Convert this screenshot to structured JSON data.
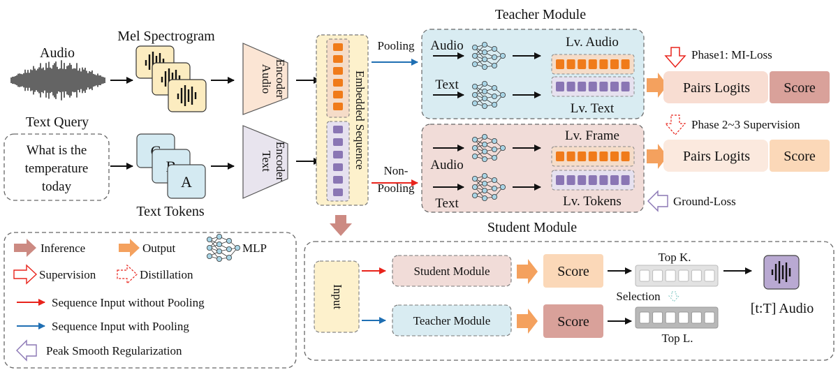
{
  "input": {
    "audio_label": "Audio",
    "mel_label": "Mel Spectrogram",
    "text_query_label": "Text Query",
    "query_line1": "What is the",
    "query_line2": "temperature",
    "query_line3": "today",
    "tokens_label": "Text Tokens",
    "token_letters": [
      "C",
      "B",
      "A"
    ]
  },
  "encoders": {
    "audio_line1": "Audio",
    "audio_line2": "Encoder",
    "text_line1": "Text",
    "text_line2": "Encoder"
  },
  "embedded_sequence_label": "Embedded Sequence",
  "pooling_label": "Pooling",
  "nonpooling_line1": "Non-",
  "nonpooling_line2": "Pooling",
  "teacher": {
    "title": "Teacher Module",
    "audio_label": "Audio",
    "text_label": "Text",
    "lv_audio": "Lv. Audio",
    "lv_text": "Lv. Text"
  },
  "student": {
    "title": "Student Module",
    "audio_label": "Audio",
    "text_label": "Text",
    "lv_frame": "Lv. Frame",
    "lv_tokens": "Lv. Tokens"
  },
  "phase1_label": "Phase1: MI-Loss",
  "phase23_label": "Phase 2~3 Supervision",
  "ground_loss_label": "Ground-Loss",
  "pairs_logits": "Pairs Logits",
  "score": "Score",
  "legend": {
    "inference": "Inference",
    "output": "Output",
    "mlp": "MLP",
    "supervision": "Supervision",
    "distillation": "Distillation",
    "seq_no_pool": "Sequence Input without Pooling",
    "seq_pool": "Sequence Input with Pooling",
    "peak_smooth": "Peak Smooth Regularization"
  },
  "inference_panel": {
    "input_label": "Input",
    "student_module": "Student Module",
    "teacher_module": "Teacher Module",
    "score": "Score",
    "top_k": "Top K.",
    "top_l": "Top L.",
    "selection": "Selection",
    "result": "[t:T] Audio"
  },
  "colors": {
    "orange": "#f07b1a",
    "purple": "#8a76b4",
    "teacher_bg": "#d9ecf2",
    "student_bg": "#f1dcd8",
    "seq_bg": "#fdf1cc",
    "encoder_audio": "#fbe5d4",
    "encoder_text": "#e8e4ee",
    "red_arrow": "#e8231b",
    "blue_arrow": "#1f6fb3",
    "output_arrow": "#f4a15e",
    "inference_arrow": "#cc8a82"
  }
}
